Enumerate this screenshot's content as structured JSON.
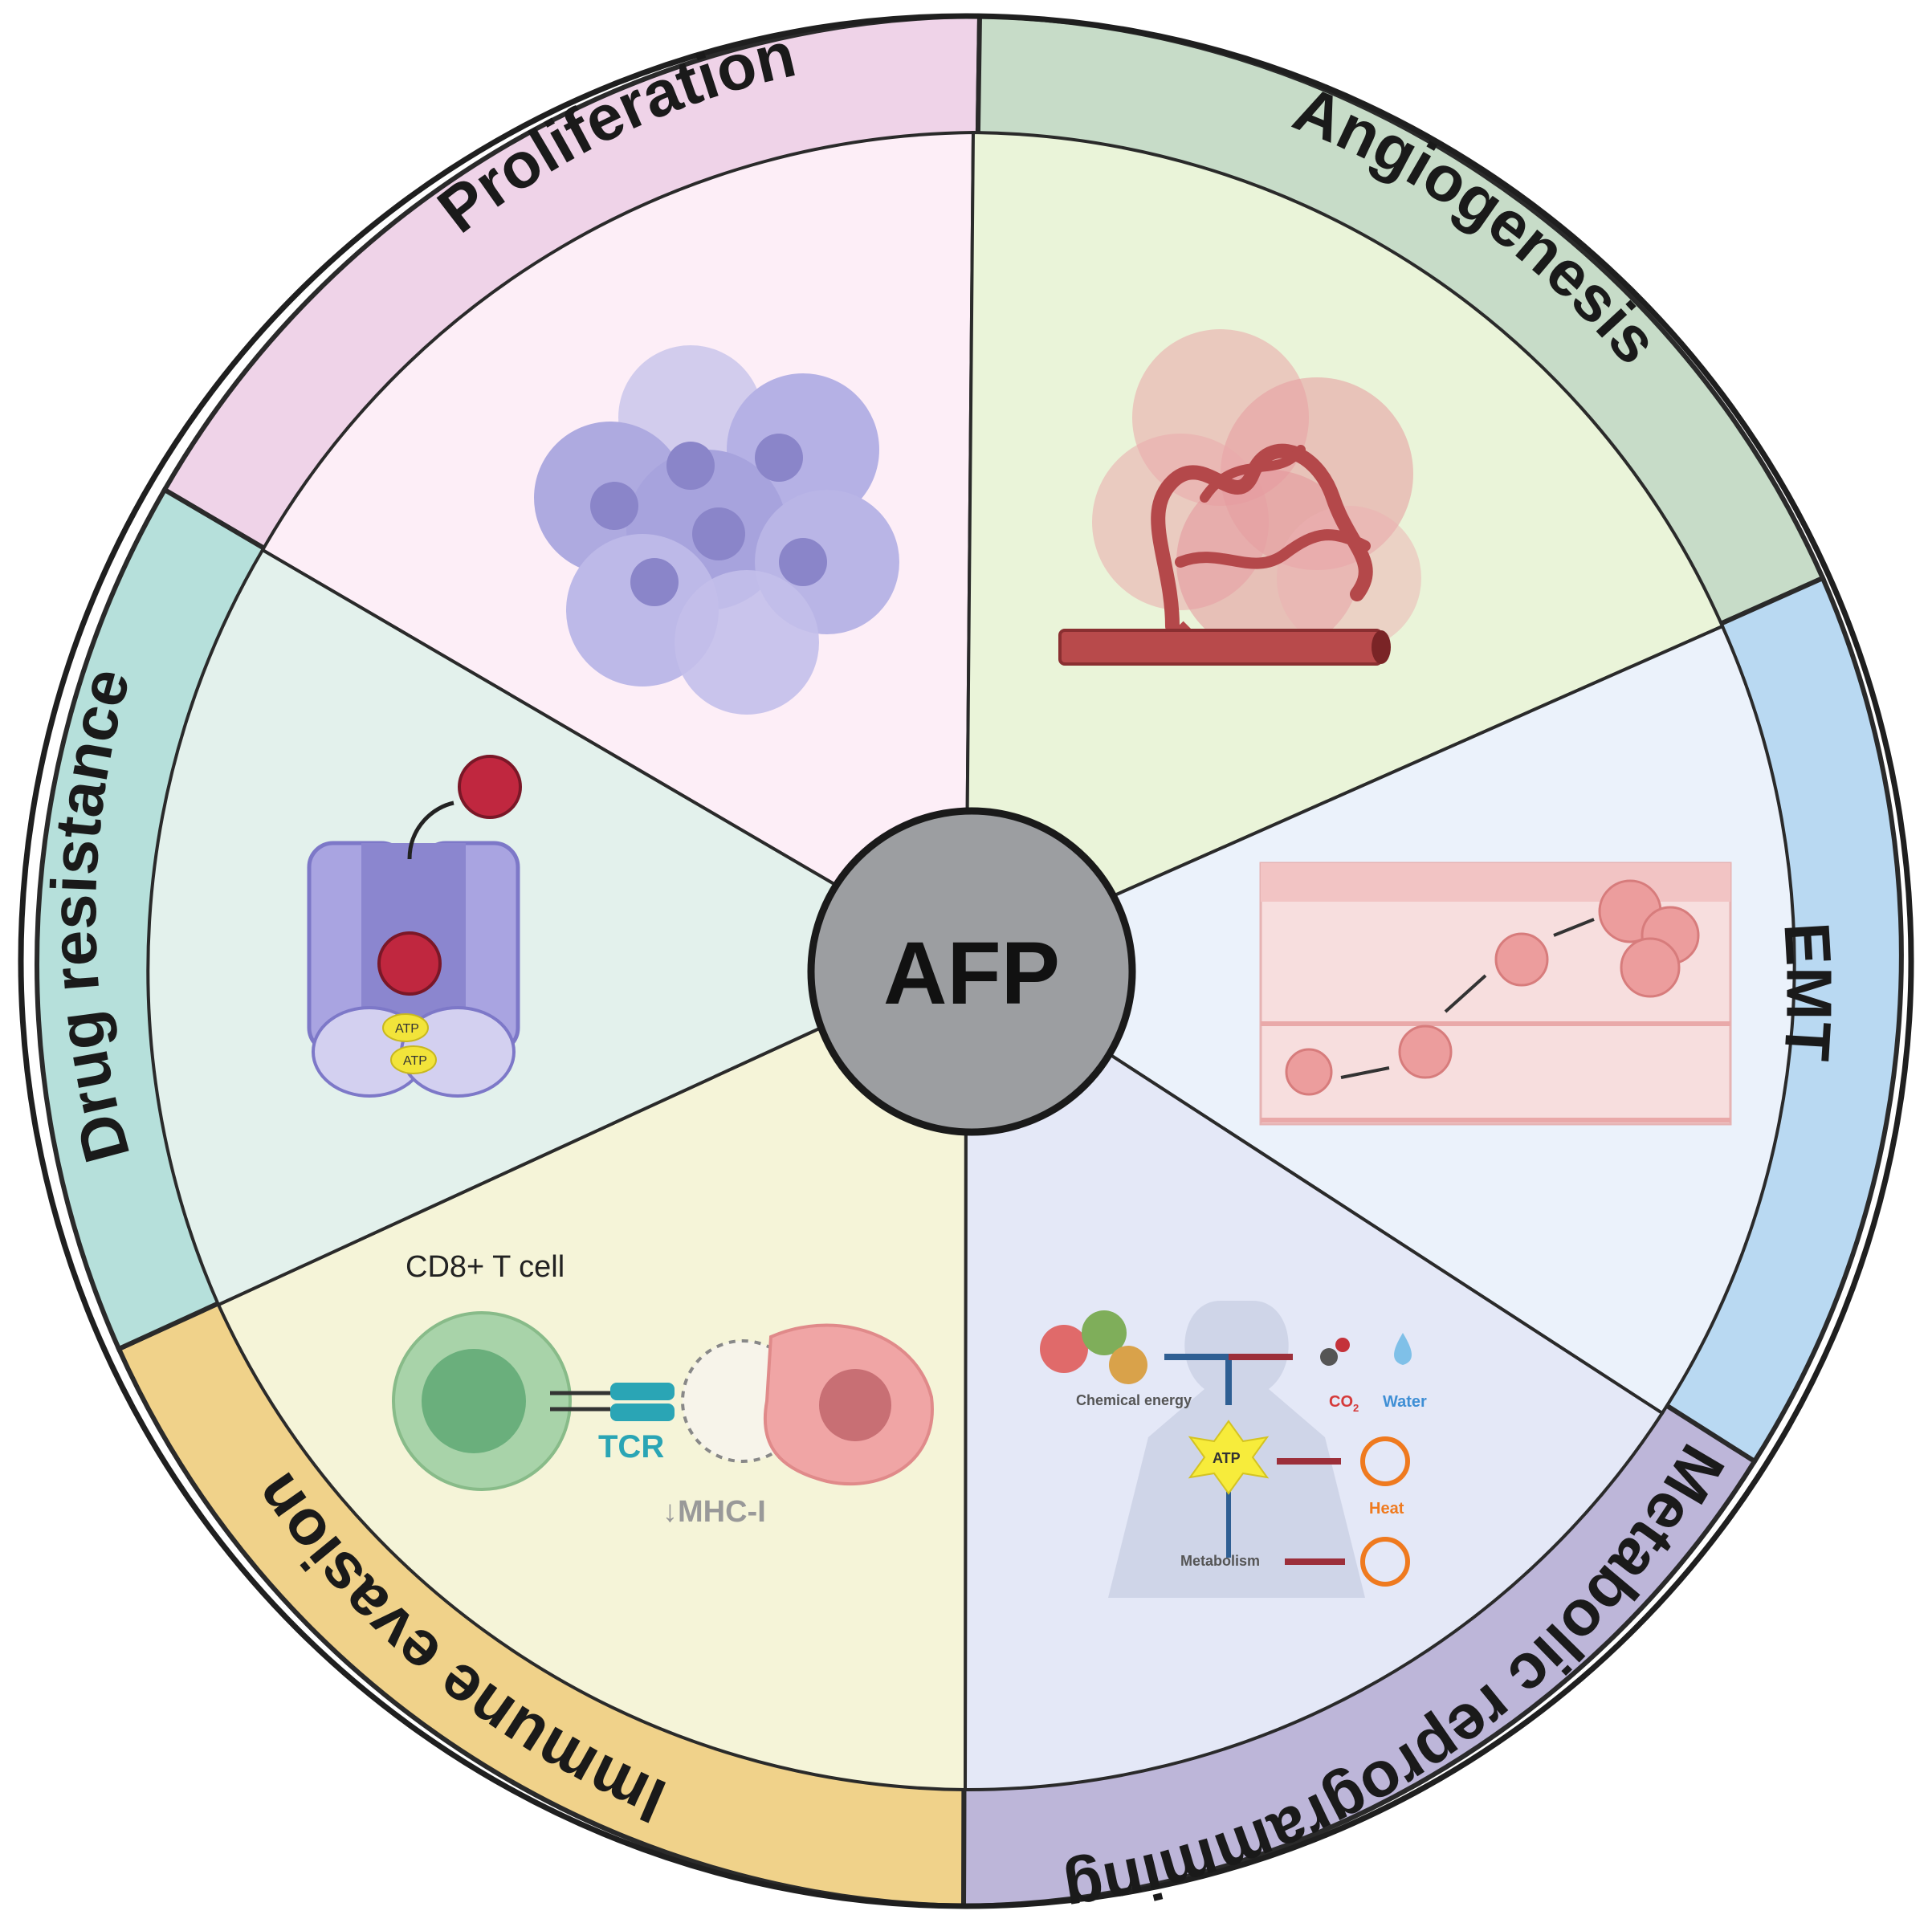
{
  "center": {
    "label": "AFP",
    "fill": "#9c9ea1"
  },
  "segments": [
    {
      "id": "proliferation",
      "label": "Proliferation",
      "outer": "#efd3e8",
      "inner": "#fdeef7"
    },
    {
      "id": "angiogenesis",
      "label": "Angiogenesis",
      "outer": "#c7dcc8",
      "inner": "#eaf4d9"
    },
    {
      "id": "emt",
      "label": "EMT",
      "outer": "#b9d9f2",
      "inner": "#ebf2fb"
    },
    {
      "id": "metabolic",
      "label": "Metabolic reprogramming",
      "outer": "#bdb6d9",
      "inner": "#e4e8f7"
    },
    {
      "id": "immune",
      "label": "Immune evasion",
      "outer": "#f0d28a",
      "inner": "#f5f4d8"
    },
    {
      "id": "drug",
      "label": "Drug resistance",
      "outer": "#b6e0db",
      "inner": "#e3f1ec"
    }
  ],
  "drug_panel": {
    "atp_1": "ATP",
    "atp_2": "ATP"
  },
  "immune_panel": {
    "cell_label": "CD8+ T cell",
    "tcr_label": "TCR",
    "mhc_label": "↓MHC-I"
  },
  "metabolic_panel": {
    "chemical_energy": "Chemical energy",
    "co2": "CO",
    "co2_sub": "2",
    "water": "Water",
    "atp": "ATP",
    "heat": "Heat",
    "metabolism": "Metabolism"
  }
}
